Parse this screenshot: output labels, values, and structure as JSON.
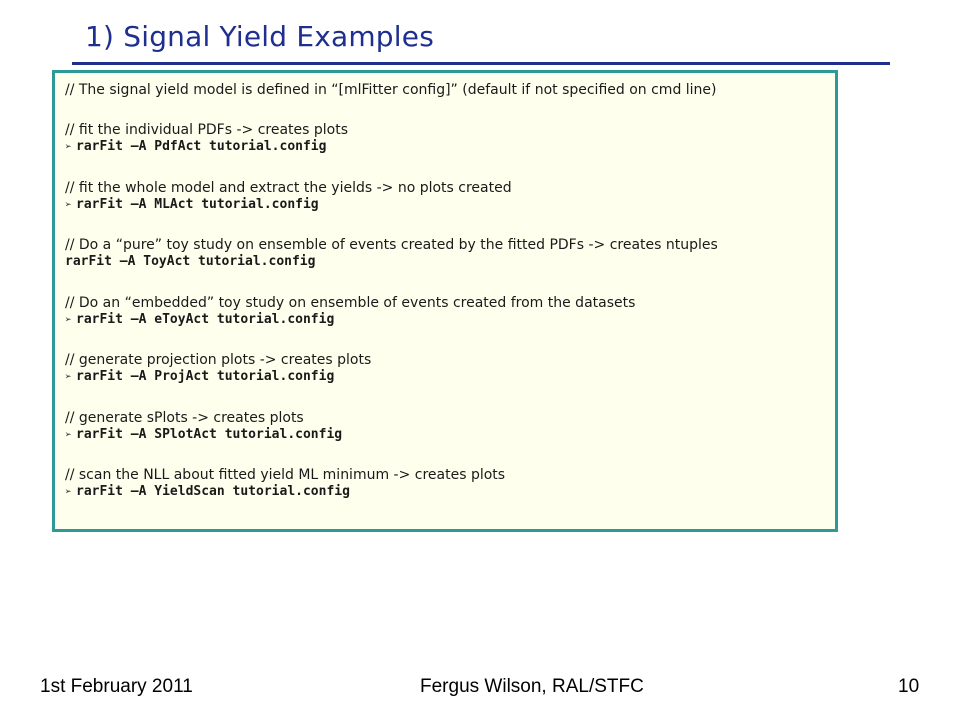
{
  "slide": {
    "title": "1) Signal Yield Examples"
  },
  "code_box": {
    "intro": "// The signal yield model is defined in “[mlFitter config]” (default if not specified on cmd line)",
    "arrow_glyph": "➢",
    "blocks": [
      {
        "comment": "// fit the individual PDFs -> creates plots",
        "command": "rarFit –A PdfAct tutorial.config",
        "arrow": true
      },
      {
        "comment": "// fit the whole model and extract the yields -> no plots created",
        "command": "rarFit –A MLAct tutorial.config",
        "arrow": true
      },
      {
        "comment": "// Do a “pure” toy study on ensemble of events created by the fitted PDFs -> creates ntuples",
        "command": "rarFit –A ToyAct tutorial.config",
        "arrow": false
      },
      {
        "comment": "// Do an “embedded” toy study on ensemble of events created from the datasets",
        "command": "rarFit –A eToyAct tutorial.config",
        "arrow": true
      },
      {
        "comment": "// generate projection plots -> creates plots",
        "command": "rarFit –A ProjAct tutorial.config",
        "arrow": true
      },
      {
        "comment": "// generate sPlots -> creates plots",
        "command": "rarFit –A SPlotAct tutorial.config",
        "arrow": true
      },
      {
        "comment": "// scan the NLL about fitted yield ML minimum -> creates plots",
        "command": "rarFit –A YieldScan tutorial.config",
        "arrow": true
      }
    ]
  },
  "footer": {
    "date": "1st February 2011",
    "author": "Fergus Wilson, RAL/STFC",
    "page": "10"
  },
  "colors": {
    "title": "#1f2f8f",
    "box_border": "#2e9a98",
    "box_fill": "#ffffee"
  }
}
